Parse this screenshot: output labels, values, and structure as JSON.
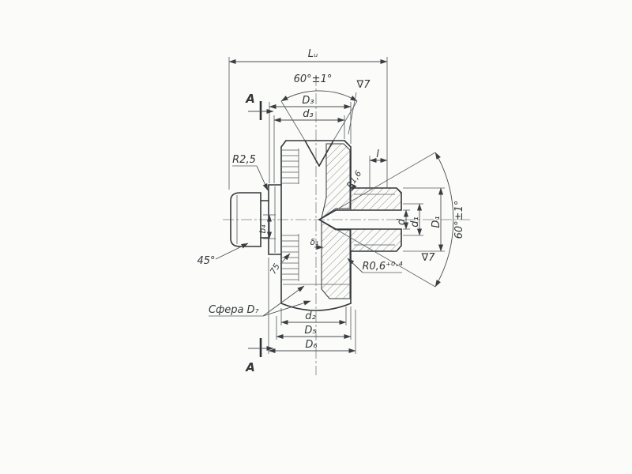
{
  "drawing": {
    "labels": {
      "length_overall": "Lᵤ",
      "angle_top": "60°±1°",
      "finish_top": "∇7",
      "section_mark_top": "A",
      "section_mark_bottom": "A",
      "dia_D3": "D₃",
      "dia_d3": "d₃",
      "radius_R2_5": "R2,5",
      "len_l": "l",
      "radius_R1_6": "R1,6",
      "dia_d": "d",
      "dia_d1": "d₁",
      "dia_D1": "D₁",
      "angle_right": "60°±1°",
      "finish_right": "∇7",
      "radius_R0_6": "R0,6⁺⁰·⁴",
      "angle_45": "45°",
      "angle_75": "75",
      "width_b4": "b₄",
      "thickness_delta1": "δ₁",
      "sphere_note": "Сфера D₇",
      "dia_d2": "d₂",
      "dia_D5": "D₅",
      "dia_D6": "D₆"
    },
    "colors": {
      "paper": "#fbfbf9",
      "ink": "#35383c"
    }
  }
}
